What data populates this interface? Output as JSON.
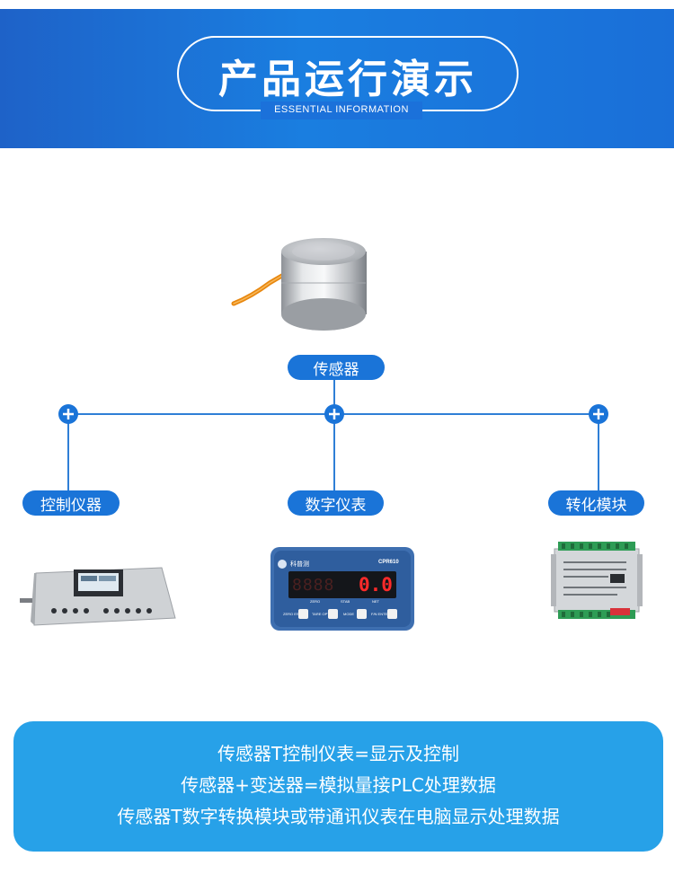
{
  "header": {
    "title": "产品运行演示",
    "subtitle": "ESSENTIAL INFORMATION"
  },
  "diagram": {
    "root_label": "传感器",
    "branches": [
      {
        "label": "控制仪器"
      },
      {
        "label": "数字仪表"
      },
      {
        "label": "转化模块"
      }
    ],
    "display": {
      "brand": "科普测",
      "model": "CPR610",
      "reading": "0.0",
      "indicators": [
        "ZERO",
        "STAB",
        "NET"
      ],
      "buttons": [
        "ZERO ESC",
        "TARE OPTION",
        "MODE",
        "F/N ENTER"
      ]
    }
  },
  "summary": {
    "lines": [
      "传感器T控制仪表=显示及控制",
      "传感器+变送器=模拟量接PLC处理数据",
      "传感器T数字转换模块或带通讯仪表在电脑显示处理数据"
    ]
  },
  "colors": {
    "banner": "#1a6fd8",
    "pill": "#1a74d8",
    "connector": "#2f7fd6",
    "summary_bg": "#27a1e8",
    "led": "#ff2a2a"
  }
}
